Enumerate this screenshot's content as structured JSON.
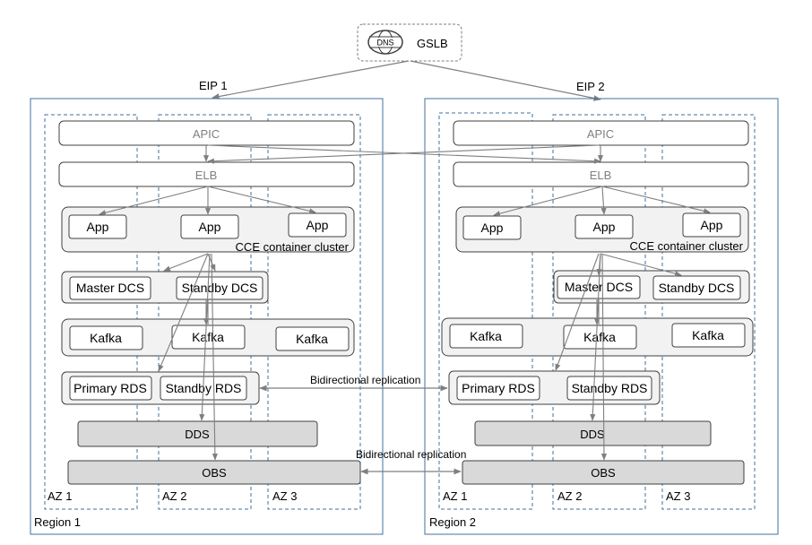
{
  "gslb": {
    "label": "GSLB",
    "icon": "globe-dns-icon",
    "icon_text": "DNS"
  },
  "eips": [
    "EIP 1",
    "EIP 2"
  ],
  "regions": [
    {
      "name": "Region 1",
      "azs": [
        "AZ 1",
        "AZ 2",
        "AZ 3"
      ],
      "apic": "APIC",
      "elb": "ELB",
      "apps": [
        "App",
        "App",
        "App"
      ],
      "cluster_label": "CCE container cluster",
      "dcs": [
        "Master DCS",
        "Standby DCS"
      ],
      "kafka": [
        "Kafka",
        "Kafka",
        "Kafka"
      ],
      "rds": [
        "Primary RDS",
        "Standby RDS"
      ],
      "dds": "DDS",
      "obs": "OBS"
    },
    {
      "name": "Region 2",
      "azs": [
        "AZ 1",
        "AZ 2",
        "AZ 3"
      ],
      "apic": "APIC",
      "elb": "ELB",
      "apps": [
        "App",
        "App",
        "App"
      ],
      "cluster_label": "CCE container cluster",
      "dcs": [
        "Master DCS",
        "Standby DCS"
      ],
      "kafka": [
        "Kafka",
        "Kafka",
        "Kafka"
      ],
      "rds": [
        "Primary RDS",
        "Standby RDS"
      ],
      "dds": "DDS",
      "obs": "OBS"
    }
  ],
  "replication": [
    "Bidirectional replication",
    "Bidirectional replication"
  ],
  "colors": {
    "region_border": "#41719c",
    "line": "#7f7f7f",
    "box_border": "#404040",
    "cluster_fill": "#f2f2f2",
    "gray_fill": "#d9d9d9",
    "muted_text": "#7f7f7f"
  }
}
